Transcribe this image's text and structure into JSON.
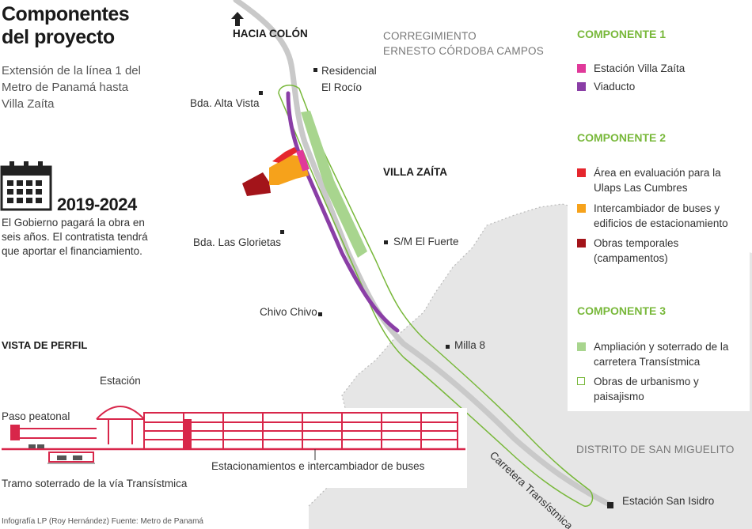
{
  "header": {
    "title_line1": "Componentes",
    "title_line2": "del proyecto",
    "subtitle_line1": "Extensión de la línea 1 del",
    "subtitle_line2": "Metro de Panamá hasta",
    "subtitle_line3": "Villa Zaíta"
  },
  "schedule": {
    "icon": "calendar-icon",
    "years": "2019-2024",
    "desc_line1": "El Gobierno pagará la obra en",
    "desc_line2": "seis años. El contratista tendrá",
    "desc_line3": "que aportar el financiamiento."
  },
  "map_labels": {
    "direction": "HACIA COLÓN",
    "direction_icon": "arrow-up-icon",
    "region_line1": "CORREGIMIENTO",
    "region_line2": "ERNESTO CÓRDOBA CAMPOS",
    "residencial_line1": "Residencial",
    "residencial_line2": "El Rocío",
    "alta_vista": "Bda. Alta Vista",
    "villa_zaita": "VILLA ZAÍTA",
    "las_glorietas": "Bda. Las Glorietas",
    "el_fuerte": "S/M El Fuerte",
    "chivo_chivo": "Chivo Chivo",
    "milla_8": "Milla 8",
    "road_name": "Carretera Transístmica",
    "district": "DISTRITO DE SAN MIGUELITO",
    "san_isidro": "Estación San Isidro"
  },
  "legend": {
    "c1_head": "COMPONENTE 1",
    "c1_item1": "Estación Villa Zaíta",
    "c1_item2": "Viaducto",
    "c2_head": "COMPONENTE 2",
    "c2_item1_l1": "Área en evaluación para la",
    "c2_item1_l2": "Ulaps Las Cumbres",
    "c2_item2_l1": "Intercambiador de buses y",
    "c2_item2_l2": "edificios de estacionamiento",
    "c2_item3_l1": "Obras temporales",
    "c2_item3_l2": "(campamentos)",
    "c3_head": "COMPONENTE 3",
    "c3_item1_l1": "Ampliación y soterrado de la",
    "c3_item1_l2": "carretera Transístmica",
    "c3_item2_l1": "Obras de urbanismo y",
    "c3_item2_l2": "paisajismo"
  },
  "profile": {
    "heading": "VISTA DE PERFIL",
    "estacion": "Estación",
    "paso": "Paso peatonal",
    "estacionamientos": "Estacionamientos e intercambiador de buses",
    "tramo": "Tramo soterrado de la vía Transístmica"
  },
  "credit": "Infografía LP (Roy Hernández) Fuente: Metro de Panamá",
  "colors": {
    "magenta": "#e0399a",
    "purple": "#8a3ea6",
    "red": "#e5262d",
    "orange": "#f6a21b",
    "dark_red": "#a3141a",
    "light_green": "#a8d58e",
    "green_outline": "#78b83a",
    "profile_red": "#d8264a",
    "district_gray": "#e6e6e6"
  }
}
